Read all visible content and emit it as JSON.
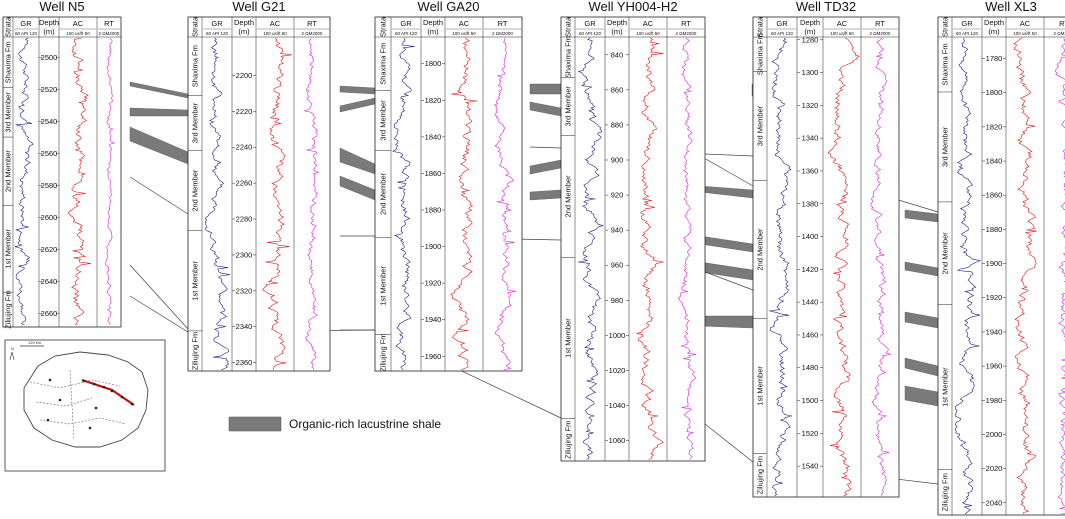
{
  "track_headers": {
    "strata": "Strata",
    "gr": "GR",
    "depth": "Depth",
    "depth_unit": "(m)",
    "ac": "AC",
    "rt": "RT",
    "gr_scale": "60  API 120",
    "ac_scale": "100 us/ft 50",
    "rt_scale": "2   ΩM2000"
  },
  "legend": {
    "shale": "Organic-rich lacustrine shale",
    "shale_color": "#7a7a7a"
  },
  "colors": {
    "gr": "#1a1f8c",
    "ac": "#e01515",
    "rt": "#e020e0"
  },
  "map": {
    "scale_label": "120 km",
    "north_label": "N"
  },
  "wells": [
    {
      "name": "Well N5",
      "depth_ticks": [
        "2500",
        "2520",
        "2540",
        "2560",
        "2580",
        "2600",
        "2620",
        "2640",
        "2660"
      ],
      "tick_top": 2500,
      "tick_step": 20,
      "tick_start_frac": 0.07,
      "tick_step_frac": 0.1105,
      "strata": [
        {
          "label": "Shaxima Fm",
          "f0": 0.0,
          "f1": 0.175
        },
        {
          "label": "3rd Member",
          "f0": 0.175,
          "f1": 0.345
        },
        {
          "label": "2nd Member",
          "f0": 0.345,
          "f1": 0.58
        },
        {
          "label": "1st Member",
          "f0": 0.58,
          "f1": 0.88
        },
        {
          "label": "Ziliujing Fm",
          "f0": 0.88,
          "f1": 1.0
        }
      ]
    },
    {
      "name": "Well G21",
      "depth_ticks": [
        "2200",
        "2220",
        "2240",
        "2260",
        "2280",
        "2300",
        "2320",
        "2340",
        "2360"
      ],
      "tick_top": 2200,
      "tick_step": 20,
      "tick_start_frac": 0.115,
      "tick_step_frac": 0.1075,
      "strata": [
        {
          "label": "Shaxima Fm",
          "f0": 0.0,
          "f1": 0.175
        },
        {
          "label": "3rd Member",
          "f0": 0.175,
          "f1": 0.34
        },
        {
          "label": "2nd Member",
          "f0": 0.34,
          "f1": 0.58
        },
        {
          "label": "1st Member",
          "f0": 0.58,
          "f1": 0.88
        },
        {
          "label": "Ziliujing Fm",
          "f0": 0.88,
          "f1": 1.0
        }
      ]
    },
    {
      "name": "Well GA20",
      "depth_ticks": [
        "1800",
        "1820",
        "1840",
        "1860",
        "1880",
        "1900",
        "1920",
        "1940",
        "1960"
      ],
      "tick_top": 1800,
      "tick_step": 20,
      "tick_start_frac": 0.08,
      "tick_step_frac": 0.1095,
      "strata": [
        {
          "label": "Shaxima Fm",
          "f0": 0.0,
          "f1": 0.16
        },
        {
          "label": "3rd Member",
          "f0": 0.16,
          "f1": 0.34
        },
        {
          "label": "2nd Member",
          "f0": 0.34,
          "f1": 0.6
        },
        {
          "label": "1st Member",
          "f0": 0.6,
          "f1": 0.89
        },
        {
          "label": "Ziliujing Fm",
          "f0": 0.89,
          "f1": 1.0
        }
      ]
    },
    {
      "name": "Well YH004-H2",
      "depth_ticks": [
        "840",
        "860",
        "880",
        "900",
        "920",
        "940",
        "960",
        "980",
        "1000",
        "1020",
        "1040",
        "1060"
      ],
      "tick_top": 840,
      "tick_step": 20,
      "tick_start_frac": 0.042,
      "tick_step_frac": 0.0827,
      "strata": [
        {
          "label": "Shaxima Fm",
          "f0": 0.0,
          "f1": 0.095
        },
        {
          "label": "3rd Member",
          "f0": 0.095,
          "f1": 0.232
        },
        {
          "label": "2nd Member",
          "f0": 0.232,
          "f1": 0.52
        },
        {
          "label": "1st Member",
          "f0": 0.52,
          "f1": 0.9
        },
        {
          "label": "Ziliujing Fm",
          "f0": 0.9,
          "f1": 1.0
        }
      ]
    },
    {
      "name": "Well TD32",
      "depth_ticks": [
        "1280",
        "1300",
        "1320",
        "1340",
        "1360",
        "1380",
        "1400",
        "1420",
        "1440",
        "1460",
        "1480",
        "1500",
        "1520",
        "1540"
      ],
      "tick_top": 1280,
      "tick_step": 20,
      "tick_start_frac": 0.006,
      "tick_step_frac": 0.0713,
      "strata": [
        {
          "label": "Shaxima Fm",
          "f0": 0.0,
          "f1": 0.075
        },
        {
          "label": "3rd Member",
          "f0": 0.075,
          "f1": 0.312
        },
        {
          "label": "2nd Member",
          "f0": 0.312,
          "f1": 0.612
        },
        {
          "label": "1st Member",
          "f0": 0.612,
          "f1": 0.905
        },
        {
          "label": "Ziliujing Fm",
          "f0": 0.905,
          "f1": 1.0
        }
      ]
    },
    {
      "name": "Well XL3",
      "depth_ticks": [
        "1780",
        "1800",
        "1820",
        "1840",
        "1860",
        "1880",
        "1900",
        "1920",
        "1940",
        "1960",
        "1980",
        "2000",
        "2020",
        "2040"
      ],
      "tick_top": 1780,
      "tick_step": 20,
      "tick_start_frac": 0.045,
      "tick_step_frac": 0.0715,
      "strata": [
        {
          "label": "Shaxima Fm",
          "f0": 0.0,
          "f1": 0.115
        },
        {
          "label": "3rd Member",
          "f0": 0.115,
          "f1": 0.345
        },
        {
          "label": "2nd Member",
          "f0": 0.345,
          "f1": 0.56
        },
        {
          "label": "1st Member",
          "f0": 0.56,
          "f1": 0.905
        },
        {
          "label": "Ziliujing Fm",
          "f0": 0.905,
          "f1": 1.0
        }
      ]
    }
  ]
}
